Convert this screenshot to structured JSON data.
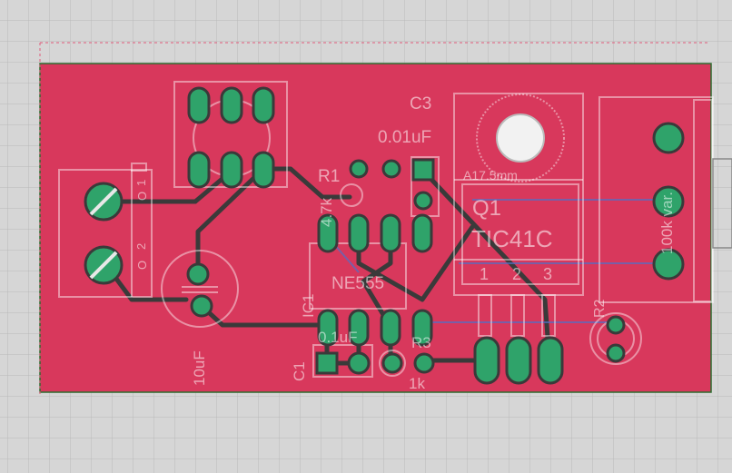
{
  "board": {
    "fill": "#d8385c",
    "outline": "#2f6b2f",
    "copper": "#2fa36a",
    "trace": "#3a3a3a",
    "silk": "#ffffff",
    "grid_bg": "#d6d6d6",
    "grid_line": "#b9b9b9"
  },
  "labels": {
    "c3": "C3",
    "c3_value": "0.01uF",
    "r1": "R1",
    "r1_value": "4.7k",
    "q1": "Q1",
    "q1_part": "TIC41C",
    "heatsink": "A17.5mm",
    "q1_pin1": "1",
    "q1_pin2": "2",
    "q1_pin3": "3",
    "ic1": "IC1",
    "ne555": "NE555",
    "c1": "C1",
    "c1_value": "0.1uF",
    "r3": "R3",
    "r3_value": "1k",
    "c2_value": "10uF",
    "r2": "R2",
    "pot": "100k var.",
    "term_pin1": "1",
    "term_pin2": "2",
    "term_o1": "O",
    "term_o2": "O"
  }
}
